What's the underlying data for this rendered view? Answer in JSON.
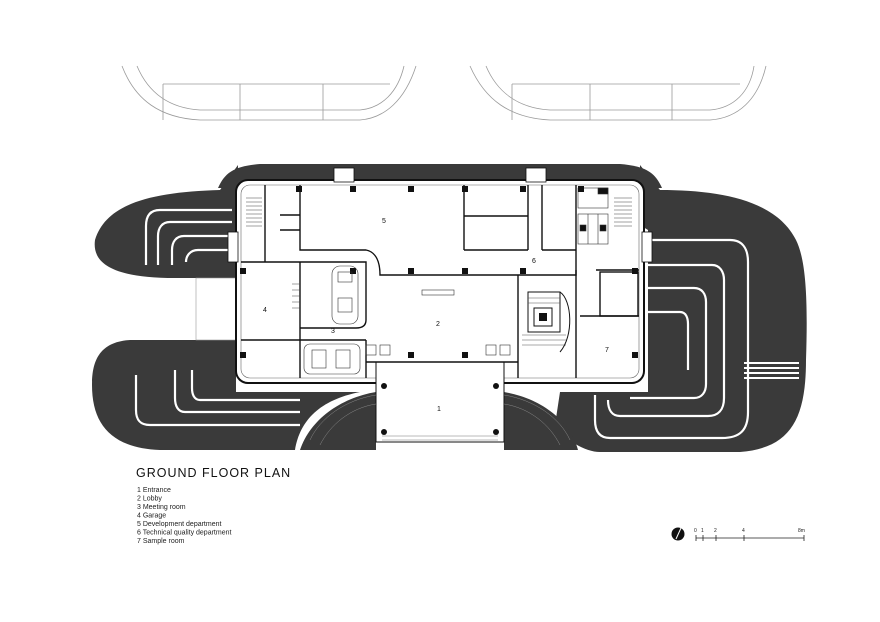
{
  "plan": {
    "title": "GROUND FLOOR PLAN",
    "room_tags": [
      "1",
      "2",
      "3",
      "4",
      "5",
      "6",
      "7"
    ],
    "legend": [
      "1 Entrance",
      "2 Lobby",
      "3 Meeting room",
      "4 Garage",
      "5 Development department",
      "6 Technical quality department",
      "7 Sample room"
    ]
  },
  "scale_bar": {
    "ticks": [
      "0",
      "1",
      "2",
      "4",
      "8m"
    ]
  },
  "colors": {
    "road": "#3a3a3a",
    "wall": "#111111",
    "line": "#888888"
  },
  "icons": [
    "north-arrow-icon"
  ]
}
